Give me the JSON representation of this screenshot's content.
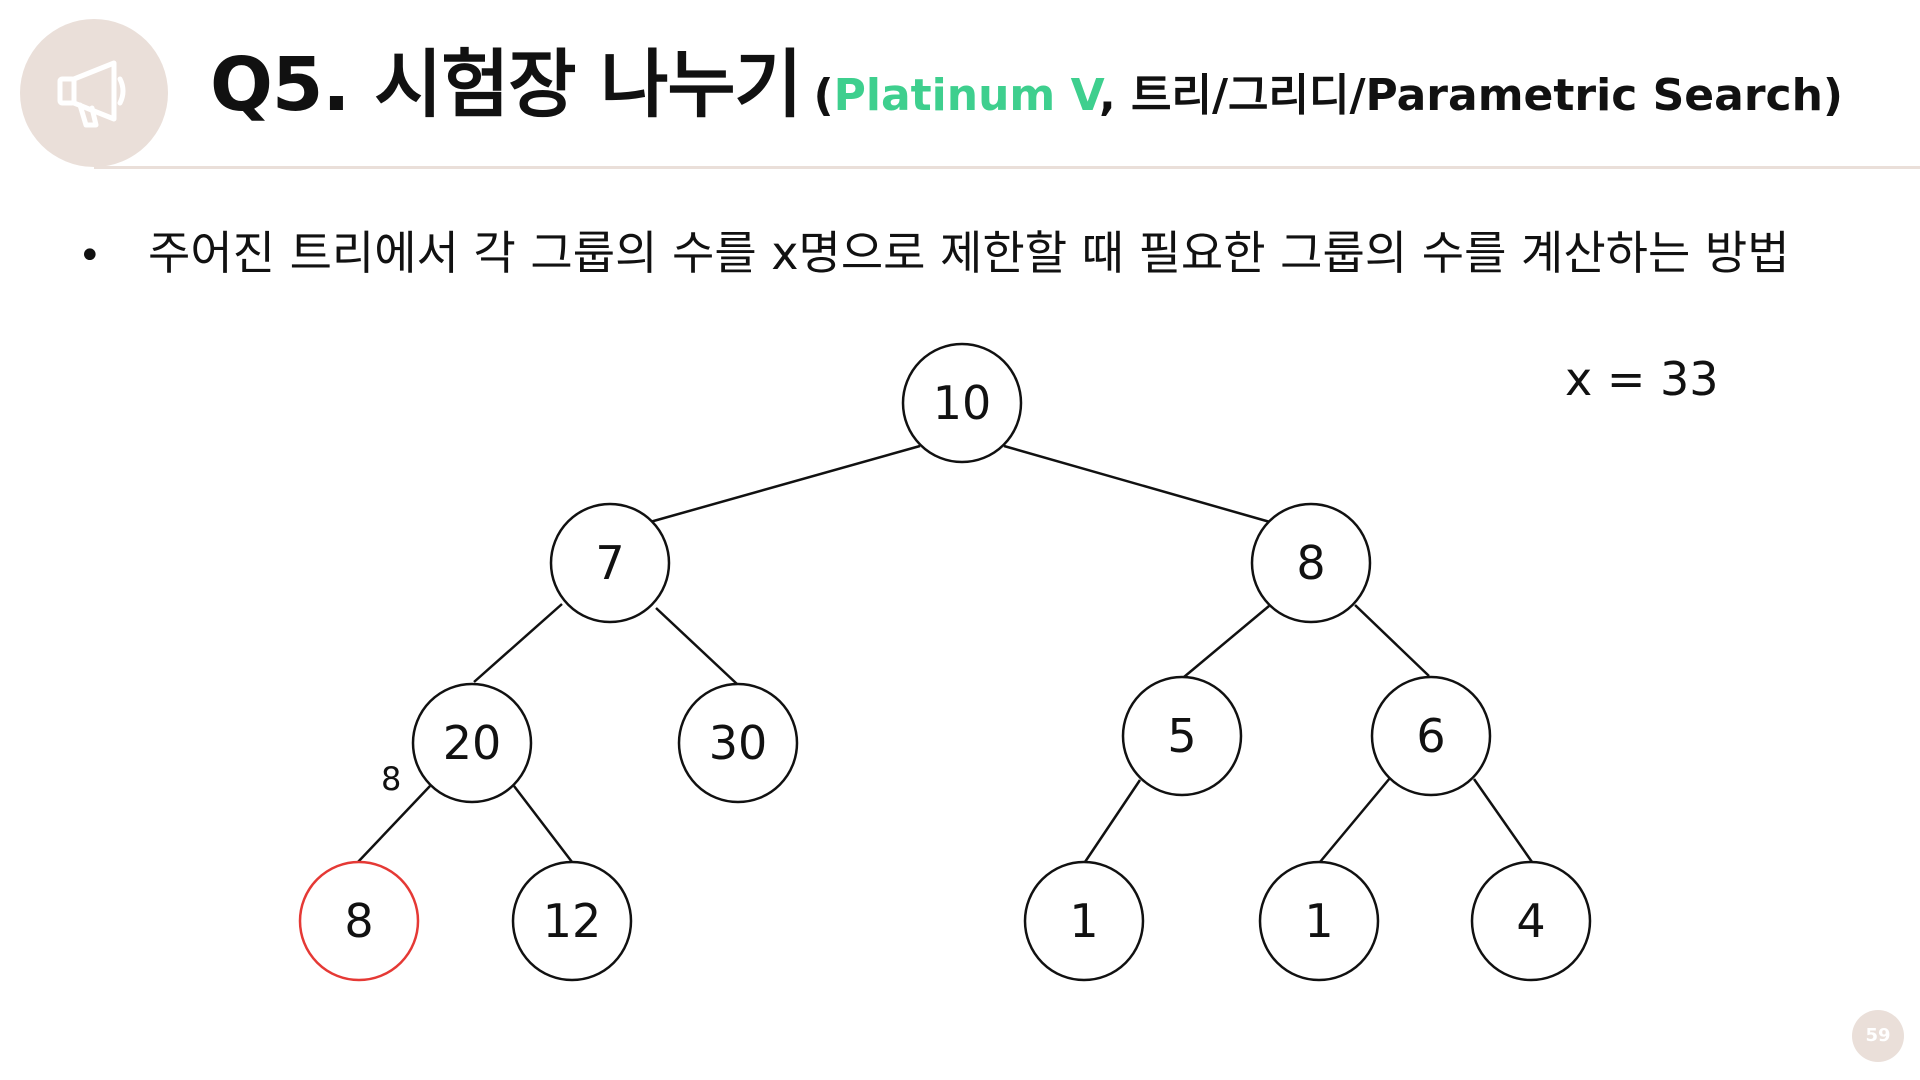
{
  "header": {
    "icon": "megaphone-icon",
    "title": "Q5. 시험장 나누기",
    "sub_open": "(",
    "tier": "Platinum V",
    "tags": ", 트리/그리디/Parametric Search)"
  },
  "bullet": {
    "marker": "•",
    "text": "주어진 트리에서 각 그룹의 수를 x명으로 제한할 때 필요한 그룹의 수를 계산하는 방법"
  },
  "tree": {
    "nodes": {
      "root": "10",
      "left": "7",
      "right": "8",
      "left_left": "20",
      "left_right": "30",
      "right_left": "5",
      "right_right": "6",
      "left_left_left": "8",
      "left_left_right": "12",
      "right_left_left": "1",
      "right_right_left": "1",
      "right_right_right": "4"
    },
    "highlighted_node": "left_left_left",
    "edge_note": "8"
  },
  "limit": "x = 33",
  "page_number": "59",
  "colors": {
    "accent": "#3ecf8e",
    "highlight": "#e53935",
    "decoration": "#eadfd9"
  }
}
